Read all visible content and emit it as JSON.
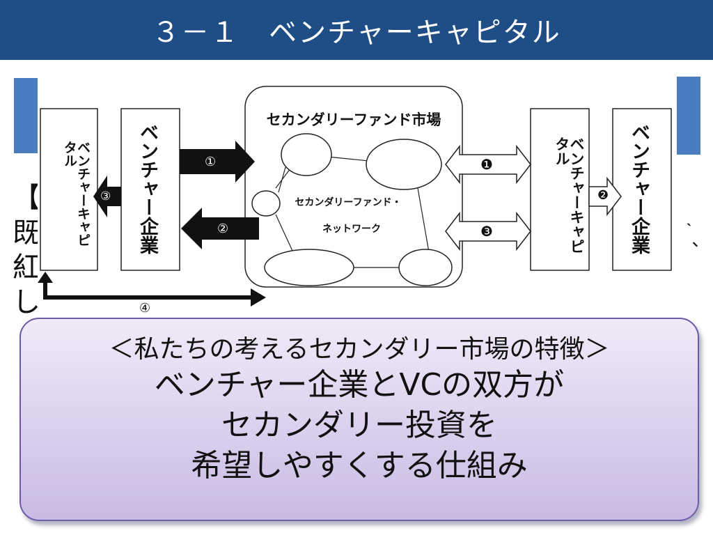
{
  "slide": {
    "title": "３－１　ベンチャーキャピタル"
  },
  "background_fragments": {
    "bracket": "【",
    "chars": [
      "既",
      "紅",
      "し"
    ],
    "right_marks": "｀、"
  },
  "diagram": {
    "left_vc": "ベンチャーキャピタル",
    "left_venture": "ベンチャー企業",
    "market_title": "セカンダリーファンド市場",
    "network_line1": "セカンダリーファンド・",
    "network_line2": "ネットワーク",
    "right_vc": "ベンチャーキャピタル",
    "right_venture": "ベンチャー企業",
    "arrow_1": "①",
    "arrow_2": "②",
    "arrow_3": "③",
    "arrow_4": "④",
    "arrow_b1": "❶",
    "arrow_b2": "❷",
    "arrow_b3": "❸"
  },
  "callout": {
    "subtitle": "＜私たちの考えるセカンダリー市場の特徴＞",
    "line1": "ベンチャー企業とVCの双方が",
    "line2": "セカンダリー投資を",
    "line3": "希望しやすくする仕組み"
  },
  "colors": {
    "title_bg": "#1f4e86",
    "band": "#4a7cc0",
    "callout_border": "#6b5aa8"
  }
}
